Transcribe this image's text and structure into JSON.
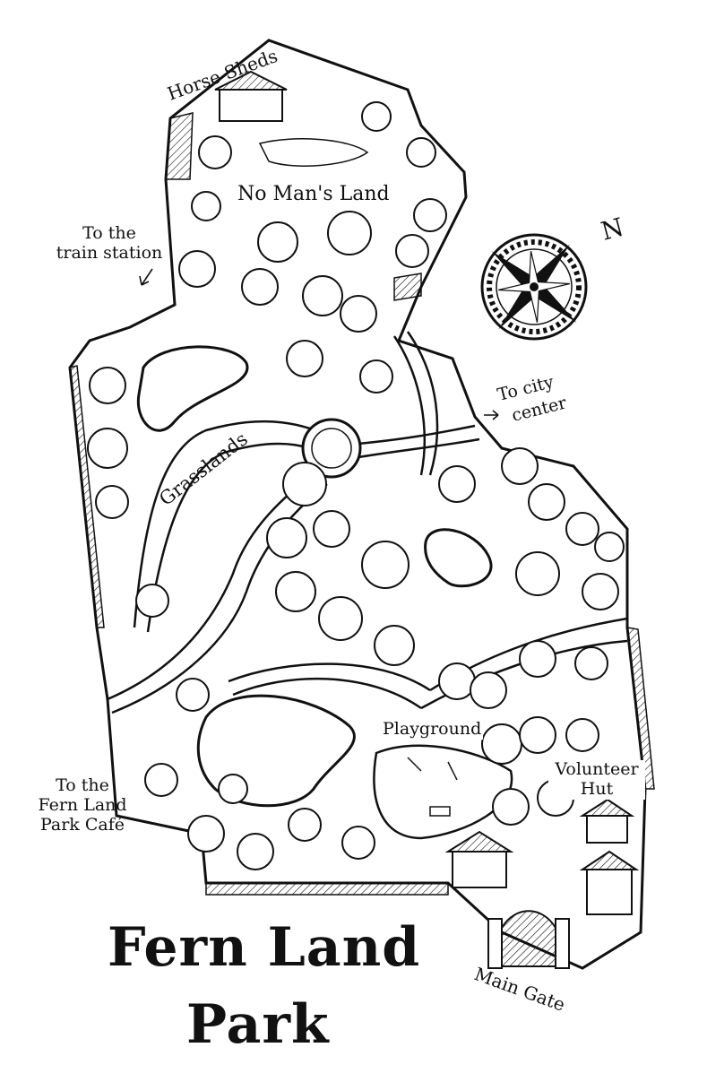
{
  "map": {
    "title_line1": "Fern Land",
    "title_line2": "Park",
    "labels": {
      "horse_sheds": "Horse Sheds",
      "no_mans_land": "No Man's Land",
      "train_station_1": "To the",
      "train_station_2": "train station",
      "city_center_1": "To city",
      "city_center_2": "center",
      "grasslands": "Grasslands",
      "playground": "Playground",
      "volunteer_1": "Volunteer",
      "volunteer_2": "Hut",
      "cafe_1": "To the",
      "cafe_2": "Fern Land",
      "cafe_3": "Park Café",
      "main_gate": "Main Gate"
    },
    "compass_letter": "N",
    "colors": {
      "ink": "#111111",
      "paper": "#ffffff"
    }
  }
}
